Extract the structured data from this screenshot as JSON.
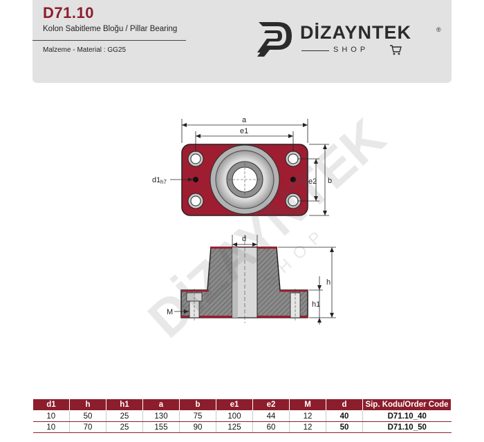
{
  "header": {
    "code": "D71.10",
    "subtitle": "Kolon Sabitleme Bloğu / Pillar Bearing",
    "material": "Malzeme - Material : GG25"
  },
  "brand": {
    "name": "DİZAYNTEK",
    "reg": "®",
    "shop": "SHOP",
    "accent_color": "#8c1d2c"
  },
  "drawing": {
    "labels": {
      "a": "a",
      "e1": "e1",
      "b": "b",
      "e2": "e2",
      "d1": "d1",
      "d1_tol": "h7",
      "d": "d",
      "h": "h",
      "h1": "h1",
      "M": "M"
    }
  },
  "table": {
    "headers": [
      "d1",
      "h",
      "h1",
      "a",
      "b",
      "e1",
      "e2",
      "M",
      "d",
      "Sip. Kodu/Order Code"
    ],
    "rows": [
      [
        "10",
        "50",
        "25",
        "130",
        "75",
        "100",
        "44",
        "12",
        "40",
        "D71.10_40"
      ],
      [
        "10",
        "70",
        "25",
        "155",
        "90",
        "125",
        "60",
        "12",
        "50",
        "D71.10_50"
      ]
    ]
  }
}
